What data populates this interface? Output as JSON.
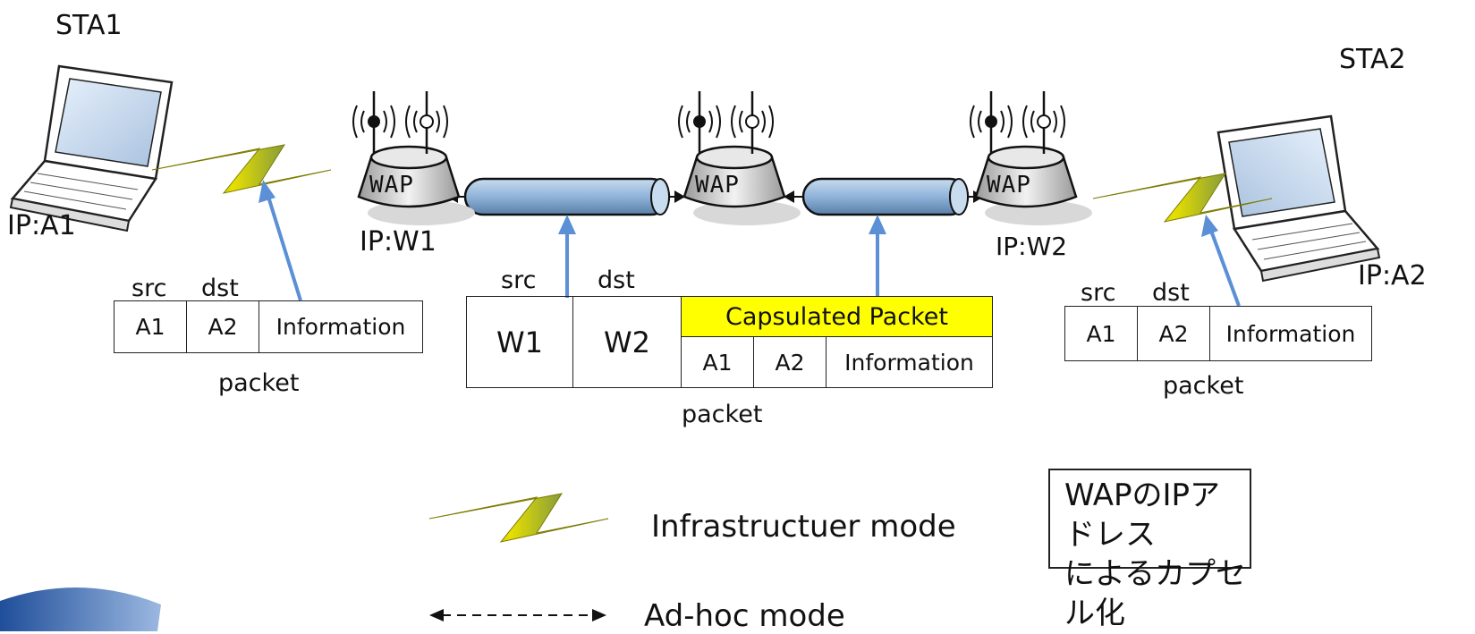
{
  "stations": {
    "sta1": {
      "name": "STA1",
      "ip": "IP:A1"
    },
    "sta2": {
      "name": "STA2",
      "ip": "IP:A2"
    }
  },
  "access_points": {
    "wap1": {
      "label": "WAP",
      "ip": "IP:W1"
    },
    "wap_mid": {
      "label": "WAP"
    },
    "wap2": {
      "label": "WAP",
      "ip": "IP:W2"
    }
  },
  "packet_left": {
    "src_header": "src",
    "dst_header": "dst",
    "cells": [
      "A1",
      "A2",
      "Information"
    ],
    "caption": "packet"
  },
  "packet_center": {
    "src_header": "src",
    "dst_header": "dst",
    "outer": [
      "W1",
      "W2"
    ],
    "capsule_title": "Capsulated Packet",
    "inner": [
      "A1",
      "A2",
      "Information"
    ],
    "caption": "packet"
  },
  "packet_right": {
    "src_header": "src",
    "dst_header": "dst",
    "cells": [
      "A1",
      "A2",
      "Information"
    ],
    "caption": "packet"
  },
  "legend": {
    "infrastructure": "Infrastructuer mode",
    "adhoc": "Ad-hoc mode"
  },
  "note": {
    "line1": "WAPのIPアドレス",
    "line2": "によるカプセル化"
  },
  "colors": {
    "arrow": "#5b8fd6",
    "capsule": "#ffff00",
    "tunnel": "#8fb3d9",
    "lightning": "#e8e000"
  }
}
